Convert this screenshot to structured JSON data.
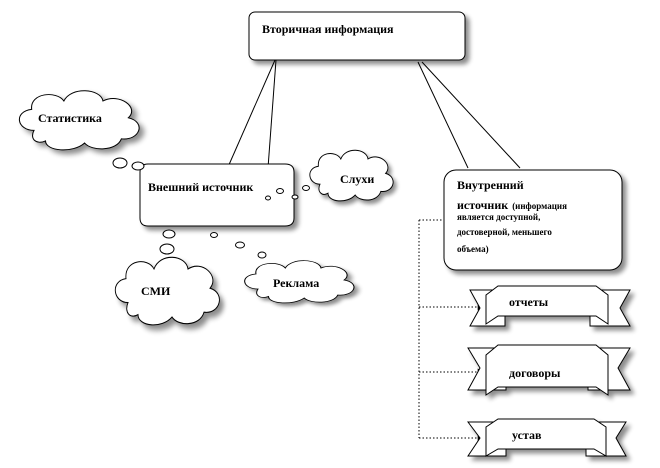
{
  "diagram": {
    "root": {
      "label": "Вторичная информация"
    },
    "external": {
      "label": "Внешний источник"
    },
    "internal": {
      "title": "Внутренний",
      "subtitle": "источник",
      "note_start": "(информация",
      "note_lines": [
        "является доступной,",
        "достоверной, меньшего",
        "объема)"
      ]
    },
    "clouds": {
      "statistics": "Статистика",
      "rumors": "Слухи",
      "media": "СМИ",
      "advertising": "Реклама"
    },
    "documents": [
      "отчеты",
      "договоры",
      "устав"
    ]
  },
  "colors": {
    "stroke": "#000000",
    "shadow": "#bfbfbf",
    "fill": "#ffffff"
  }
}
